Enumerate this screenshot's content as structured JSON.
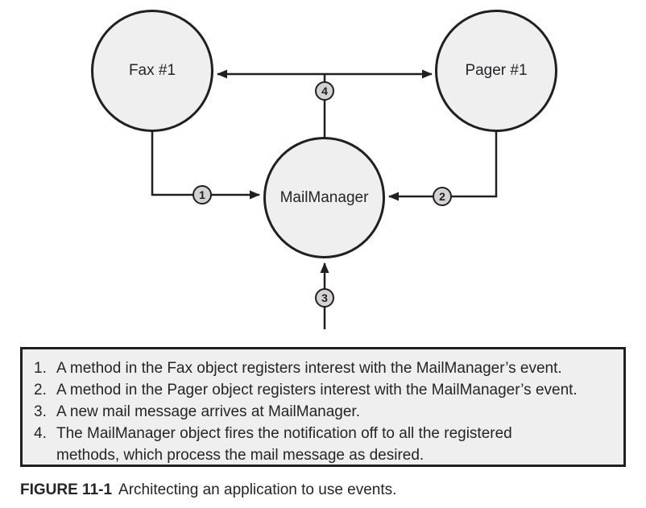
{
  "diagram": {
    "nodes": {
      "fax": {
        "label": "Fax #1"
      },
      "pager": {
        "label": "Pager #1"
      },
      "mailmanager": {
        "label": "MailManager"
      }
    },
    "badges": {
      "b1": "1",
      "b2": "2",
      "b3": "3",
      "b4": "4"
    }
  },
  "steps": {
    "items": [
      {
        "num": "1.",
        "text": "A method in the Fax object registers interest with the MailManager’s event."
      },
      {
        "num": "2.",
        "text": "A method in the Pager object registers interest with the MailManager’s event."
      },
      {
        "num": "3.",
        "text": "A new mail message arrives at MailManager."
      },
      {
        "num": "4.",
        "text": "The MailManager object fires the notification off to all the registered\nmethods, which process the mail message as desired."
      }
    ]
  },
  "caption": {
    "label": "FIGURE 11-1",
    "text": "Architecting an application to use events."
  },
  "colors": {
    "stroke": "#231f20",
    "node_fill": "#efefef",
    "badge_fill": "#d3d3d4",
    "box_fill": "#efefef",
    "background": "#ffffff",
    "text": "#262424"
  }
}
